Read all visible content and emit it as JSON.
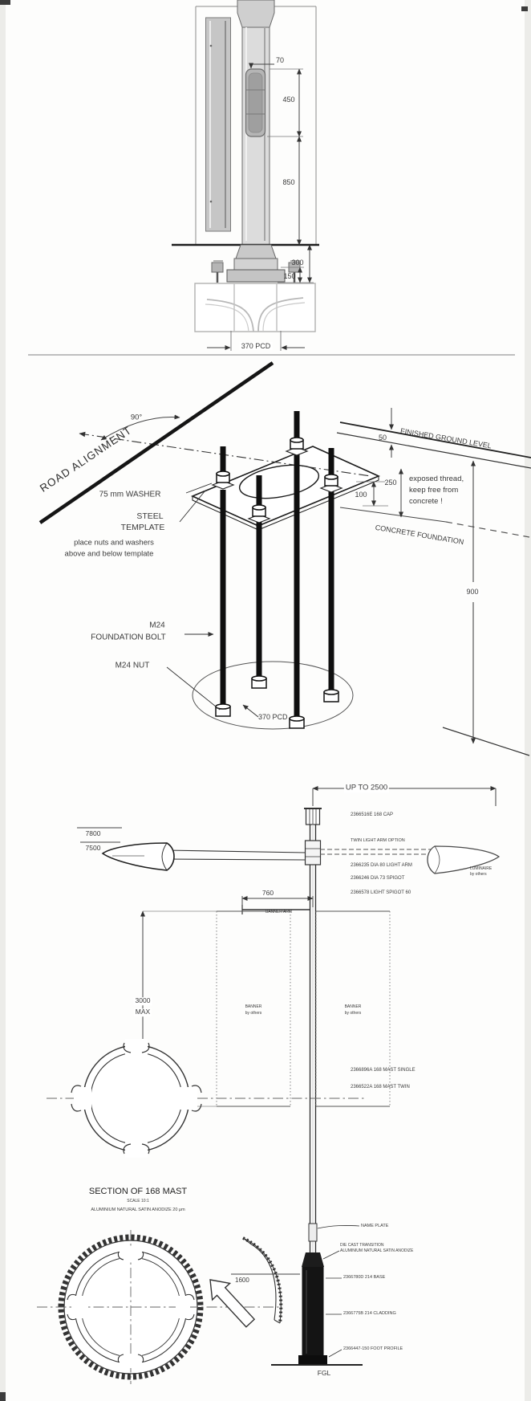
{
  "base_detail": {
    "dim_70": "70",
    "dim_450": "450",
    "dim_850": "850",
    "dim_300": "300",
    "dim_150": "150",
    "dim_pcd": "370 PCD"
  },
  "foundation": {
    "angle": "90°",
    "road_alignment": "ROAD ALIGNMENT",
    "finished_ground_level": "FINISHED GROUND LEVEL",
    "dim_50": "50",
    "dim_250": "250",
    "exposed_line1": "exposed thread,",
    "exposed_line2": "keep free from",
    "exposed_line3": "concrete !",
    "dim_100": "100",
    "concrete_foundation": "CONCRETE FOUNDATION",
    "washer": "75 mm WASHER",
    "template_line1": "STEEL",
    "template_line2": "TEMPLATE",
    "template_line3": "place nuts and washers",
    "template_line4": "above and below template",
    "bolt_line1": "M24",
    "bolt_line2": "FOUNDATION BOLT",
    "nut": "M24 NUT",
    "dim_pcd": "370 PCD",
    "dim_900": "900"
  },
  "elevation": {
    "dim_span": "UP TO 2500",
    "dim_7800": "7800",
    "dim_7500": "7500",
    "dim_760": "760",
    "dim_3000": "3000",
    "dim_max": "MAX",
    "dim_1600": "1600",
    "cap": "2366516E 168 CAP",
    "twin_option": "TWIN LIGHT ARM OPTION",
    "light_arm": "2366235 DIA 80 LIGHT ARM",
    "spigot": "2366246 DIA 73 SPIGOT",
    "light_spigot": "2366578 LIGHT SPIGOT 60",
    "luminaire_line1": "LUMINAIRE",
    "luminaire_line2": "by others",
    "banner_arm": "BANNER ARM",
    "banner_line1": "BANNER",
    "banner_line2": "by others",
    "mast_single": "2366896A 168 MAST SINGLE",
    "mast_twin": "2366522A 168 MAST TWIN",
    "section_title": "SECTION OF 168 MAST",
    "section_scale": "SCALE 10:1",
    "section_finish": "ALUMINIUM NATURAL SATIN ANODIZE 20 μm",
    "name_plate": "NAME PLATE",
    "transition_line1": "DIE CAST TRANSITION",
    "transition_line2": "ALUMINIUM NATURAL SATIN ANODIZE",
    "base": "2366780D 214 BASE",
    "cladding": "2366775B 214 CLADDING",
    "foot": "2366447-150 FOOT PROFILE",
    "fgl": "FGL"
  }
}
